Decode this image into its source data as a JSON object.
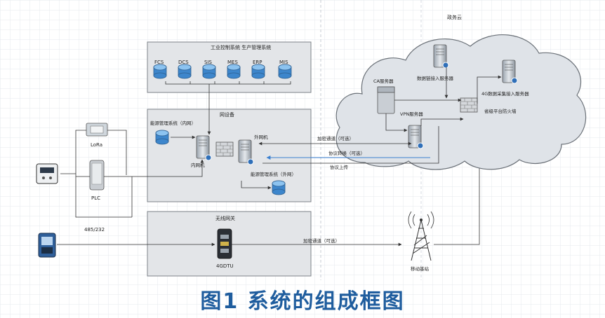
{
  "caption": "图1  系统的组成框图",
  "blocks": {
    "top_panel": {
      "title": "工业控制系统  生产管理系统",
      "systems": [
        "FCS",
        "DCS",
        "SIS",
        "MES",
        "ERP",
        "MIS"
      ]
    },
    "mid_panel": {
      "title": "网设备",
      "inner_system": "能源管理系统（内网）",
      "inner_host": "内网机",
      "outer_host": "外网机",
      "outer_system": "能源管理系统（外网）"
    },
    "wireless_panel": {
      "title": "无线网关",
      "device": "4GDTU"
    },
    "field": {
      "lora": "LoRa",
      "plc": "PLC",
      "bus": "485/232"
    },
    "cloud": {
      "title": "政务云",
      "ca": "CA服务器",
      "vpn": "VPN服务器",
      "data_gw": "数据链接入服务器",
      "gw_4g": "4G数据采集接入服务器",
      "firewall": "省级平台防火墙"
    },
    "links": {
      "encrypt_line": "加密通道（可选）",
      "protocol_convert": "协议转换（可选）",
      "upload": "协议上传",
      "channel_4g": "加密通道（可选）",
      "base_station": "移动基站"
    }
  }
}
